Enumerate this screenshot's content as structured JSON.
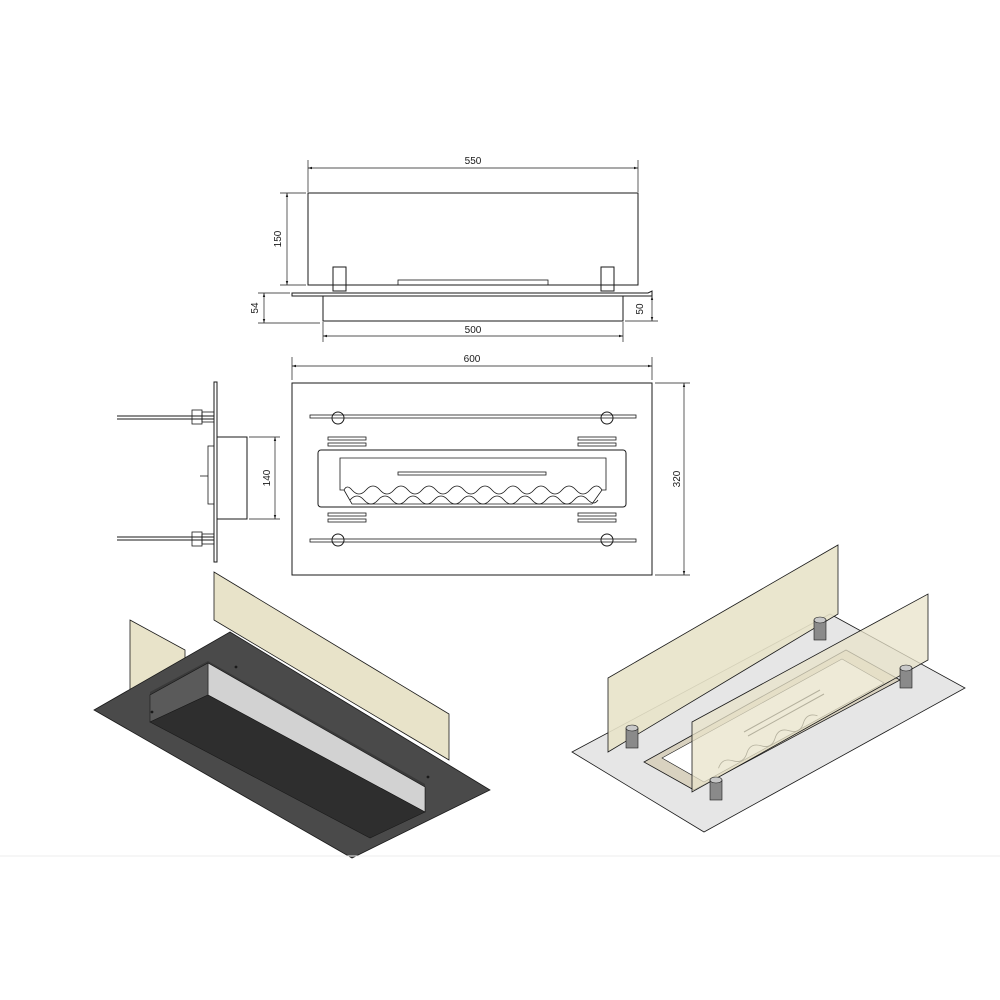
{
  "dimensions": {
    "top_width": "550",
    "glass_height": "150",
    "total_depth": "54",
    "box_depth": "50",
    "box_width": "500",
    "plate_width": "600",
    "plate_height": "320",
    "box_height": "140"
  },
  "colors": {
    "line": "#1a1a1a",
    "glass": "#e8e3c9",
    "plate_dark": "#4a4a4a",
    "plate_light": "#e6e6e6",
    "box_steel": "#cfcfcf"
  }
}
